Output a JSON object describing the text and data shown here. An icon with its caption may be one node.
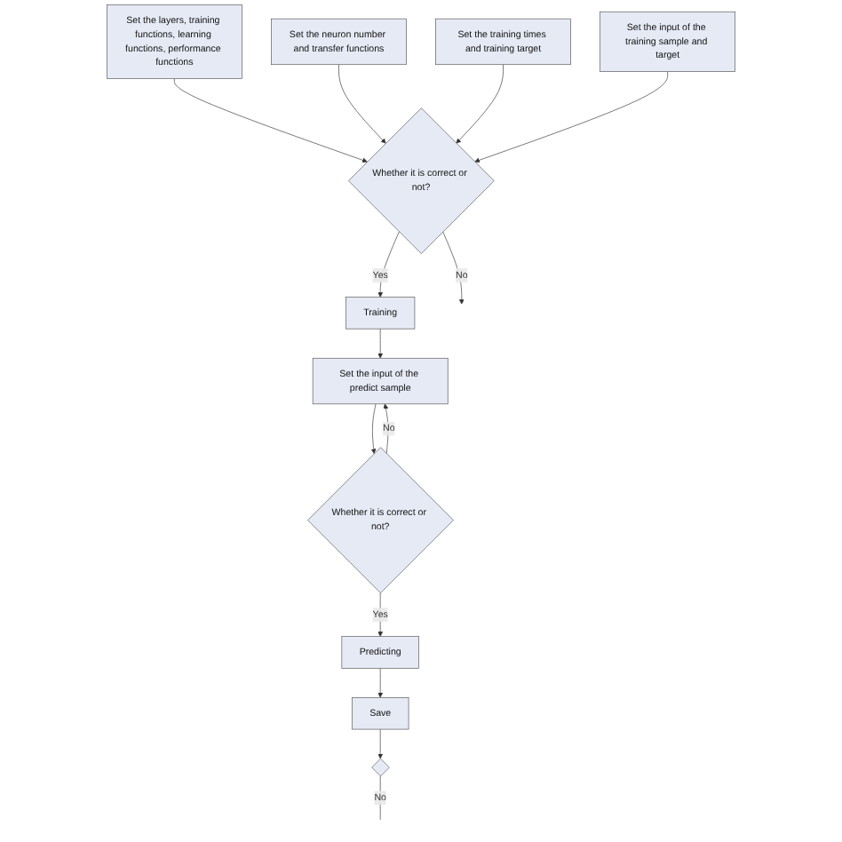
{
  "diagram": {
    "nodes": [
      {
        "text": [
          "Set the layers, training functions, learning functions, performance functions"
        ]
      },
      {
        "text": [
          "Set the neuron number and transfer functions"
        ]
      },
      {
        "text": [
          "Set the training times and training target"
        ]
      },
      {
        "text": [
          "Set the input of the training sample and target"
        ]
      },
      {
        "text": [
          "Whether it is correct or not?"
        ]
      },
      {
        "text": [
          "Training"
        ]
      },
      {
        "text": [
          "Set the input of the predict sample"
        ]
      },
      {
        "text": [
          "Whether it is correct or not?"
        ]
      },
      {
        "text": [
          "Predicting"
        ]
      },
      {
        "text": [
          "Save"
        ]
      },
      {
        "text": [],
        "shape": "diamond"
      }
    ],
    "edges": [
      {
        "from": 0,
        "to": 4,
        "arrow": "to"
      },
      {
        "from": 1,
        "to": 4,
        "arrow": "to"
      },
      {
        "from": 2,
        "to": 4,
        "arrow": "to"
      },
      {
        "from": 3,
        "to": 4,
        "arrow": "to"
      },
      {
        "from": 4,
        "to": null,
        "label": "No",
        "arrow": "to"
      },
      {
        "from": 4,
        "to": 5,
        "label": "Yes",
        "arrow": "to"
      },
      {
        "from": 5,
        "to": 6,
        "arrow": "to"
      },
      {
        "from": 7,
        "to": 6,
        "label": "No",
        "arrow": "to"
      },
      {
        "from": 6,
        "to": 7,
        "arrow": "to"
      },
      {
        "from": 7,
        "to": 8,
        "label": "Yes",
        "arrow": "to"
      },
      {
        "from": 8,
        "to": 9,
        "arrow": "to"
      },
      {
        "from": 9,
        "to": 10,
        "arrow": "to"
      },
      {
        "from": 10,
        "to": null,
        "label": "No",
        "arrow": "none"
      }
    ]
  }
}
